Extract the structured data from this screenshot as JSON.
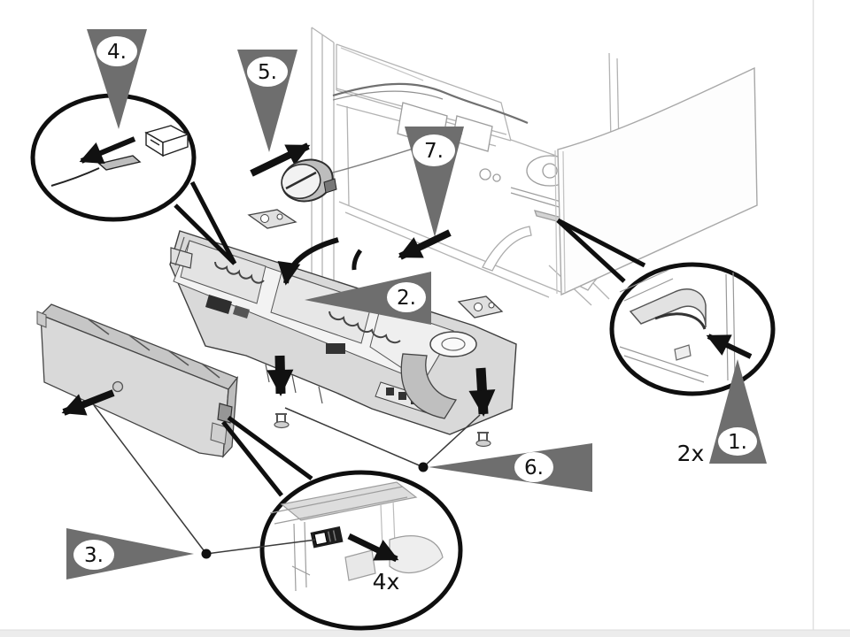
{
  "diagram": {
    "steps": [
      {
        "label": "1.",
        "quantity": "2x"
      },
      {
        "label": "2."
      },
      {
        "label": "3."
      },
      {
        "label": "4."
      },
      {
        "label": "5."
      },
      {
        "label": "6."
      },
      {
        "label": "7."
      }
    ],
    "clip_quantity": "4x",
    "colors": {
      "marker_gray": "#6e6e6e",
      "ink_black": "#111111",
      "panel_fill": "#d9d9d9",
      "boiler_line": "#b3b3b3",
      "page_strip": "#ececec"
    }
  }
}
